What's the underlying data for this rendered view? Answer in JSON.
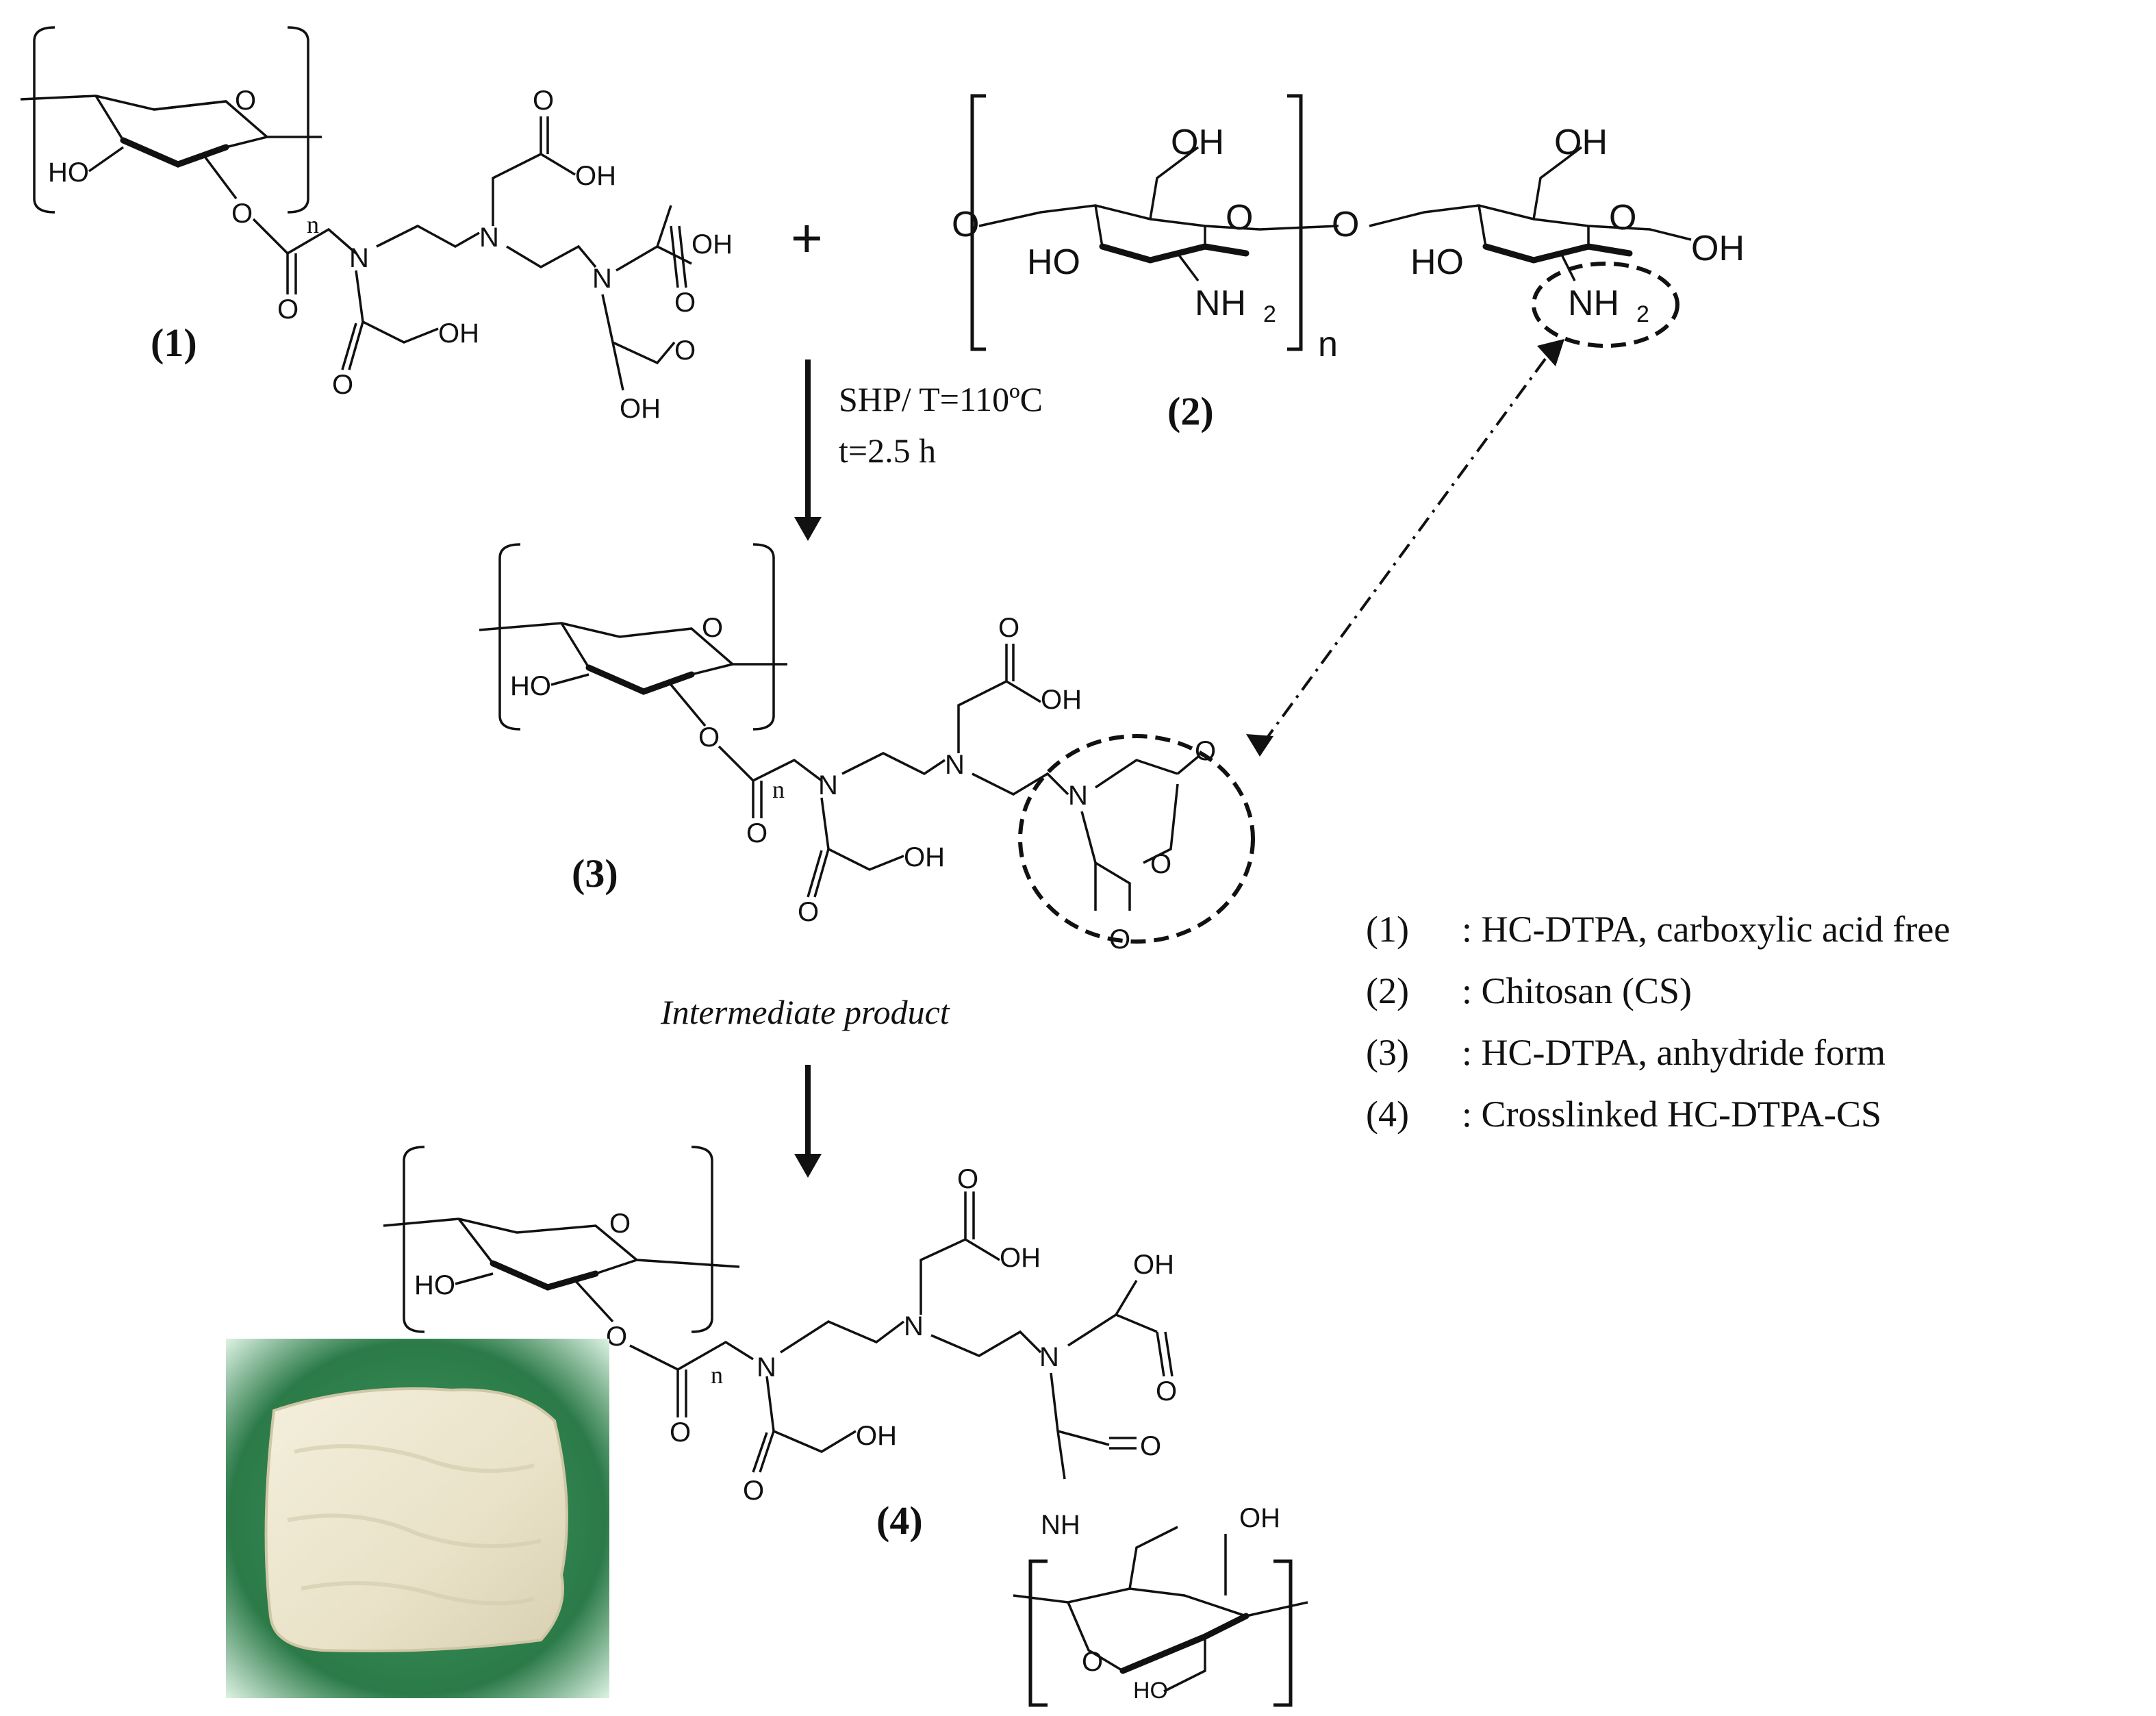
{
  "compounds": {
    "c1": {
      "label": "(1)"
    },
    "c2": {
      "label": "(2)"
    },
    "c3": {
      "label": "(3)"
    },
    "c4": {
      "label": "(4)"
    }
  },
  "plus": "+",
  "conditions": {
    "line1": "SHP/ T=110ºC",
    "line2": "t=2.5 h"
  },
  "intermediate": "Intermediate product",
  "atoms": {
    "HO": "HO",
    "O": "O",
    "N": "N",
    "OH": "OH",
    "NH2": "NH",
    "sub2": "2",
    "n": "n",
    "NH": "NH"
  },
  "legend": [
    {
      "num": "(1)",
      "text": ": HC-DTPA,  carboxylic  acid  free"
    },
    {
      "num": "(2)",
      "text": ": Chitosan (CS)"
    },
    {
      "num": "(3)",
      "text": ": HC-DTPA,  anhydride  form"
    },
    {
      "num": "(4)",
      "text": ": Crosslinked  HC-DTPA-CS"
    }
  ],
  "colors": {
    "ink": "#111111",
    "photo_bg": "#2e7d4a",
    "sponge": "#ece6cf"
  },
  "photo_icon": "sponge-photo"
}
